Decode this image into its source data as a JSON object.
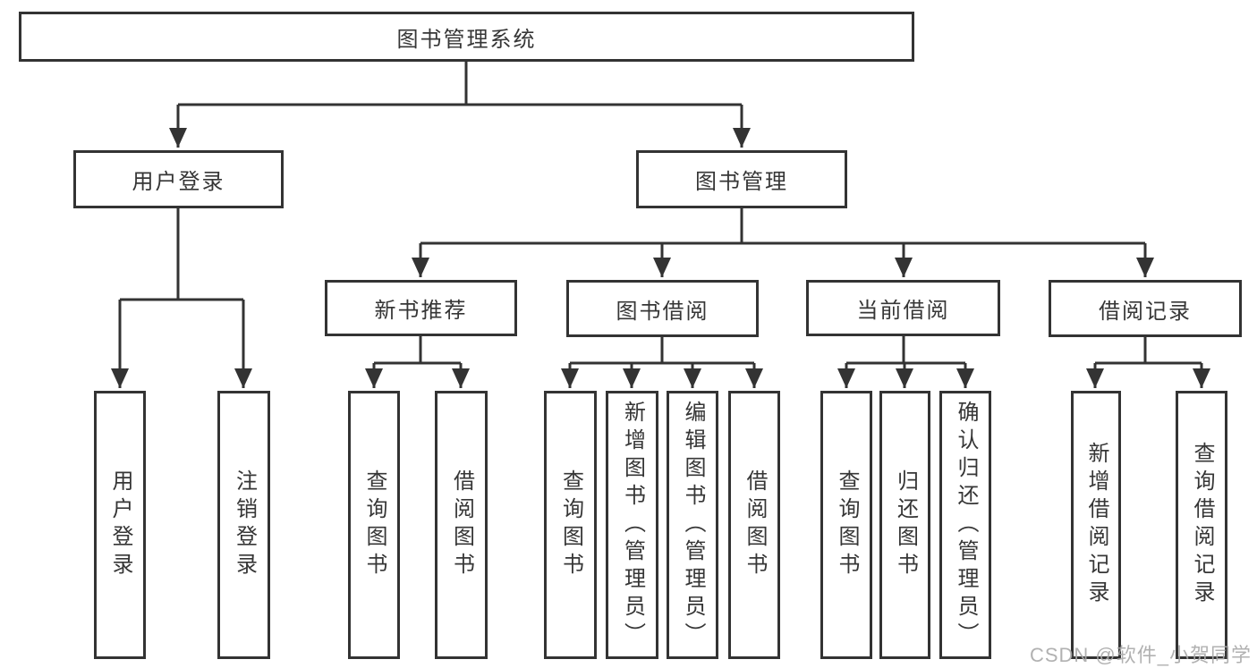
{
  "watermark": "CSDN @软件_小贺同学",
  "colors": {
    "box_border": "#333333",
    "box_fill": "#ffffff",
    "text": "#363636",
    "connector": "#333333",
    "watermark": "#a8a8a8",
    "background": "#ffffff"
  },
  "tree": {
    "root": {
      "label": "图书管理系统"
    },
    "branches": [
      {
        "label": "用户登录",
        "children": [
          {
            "label": "用户登录"
          },
          {
            "label": "注销登录"
          }
        ]
      },
      {
        "label": "图书管理",
        "children": [
          {
            "label": "新书推荐",
            "children": [
              {
                "label": "查询图书"
              },
              {
                "label": "借阅图书"
              }
            ]
          },
          {
            "label": "图书借阅",
            "children": [
              {
                "label": "查询图书"
              },
              {
                "label": "新增图书（管理员）"
              },
              {
                "label": "编辑图书（管理员）"
              },
              {
                "label": "借阅图书"
              }
            ]
          },
          {
            "label": "当前借阅",
            "children": [
              {
                "label": "查询图书"
              },
              {
                "label": "归还图书"
              },
              {
                "label": "确认归还（管理员）"
              }
            ]
          },
          {
            "label": "借阅记录",
            "children": [
              {
                "label": "新增借阅记录"
              },
              {
                "label": "查询借阅记录"
              }
            ]
          }
        ]
      }
    ]
  }
}
